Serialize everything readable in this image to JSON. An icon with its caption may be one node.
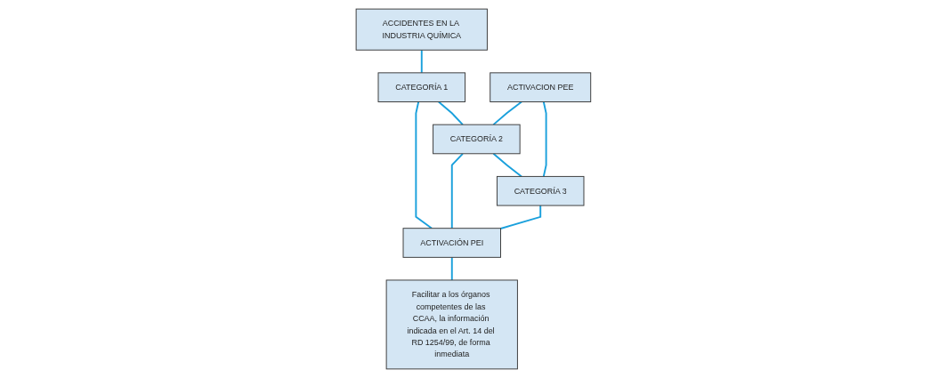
{
  "diagram": {
    "nodes": [
      {
        "text": [
          "ACCIDENTES EN LA INDUSTRIA QUÍMICA"
        ]
      },
      {
        "text": [
          "CATEGORÍA 1"
        ]
      },
      {
        "text": [
          "CATEGORÍA 2"
        ]
      },
      {
        "text": [
          "CATEGORÍA 3"
        ]
      },
      {
        "text": [
          "ACTIVACION PEE"
        ]
      },
      {
        "text": [
          "ACTIVACIÓN PEI"
        ]
      },
      {
        "text": [
          "Facilitar a los órganos competentes de las CCAA, la información indicada en el Art. 14 del RD 1254/99, de forma inmediata"
        ]
      }
    ],
    "edges": [
      {
        "from": 0,
        "to": 1,
        "arrow": "none"
      },
      {
        "from": 1,
        "to": 2,
        "arrow": "none"
      },
      {
        "from": 2,
        "to": 3,
        "arrow": "none"
      },
      {
        "from": 1,
        "to": 5,
        "arrow": "none"
      },
      {
        "from": 2,
        "to": 5,
        "arrow": "none"
      },
      {
        "from": 3,
        "to": 5,
        "arrow": "none"
      },
      {
        "from": 4,
        "to": 2,
        "arrow": "none"
      },
      {
        "from": 4,
        "to": 3,
        "arrow": "none"
      },
      {
        "from": 5,
        "to": 6,
        "arrow": "none"
      }
    ]
  }
}
